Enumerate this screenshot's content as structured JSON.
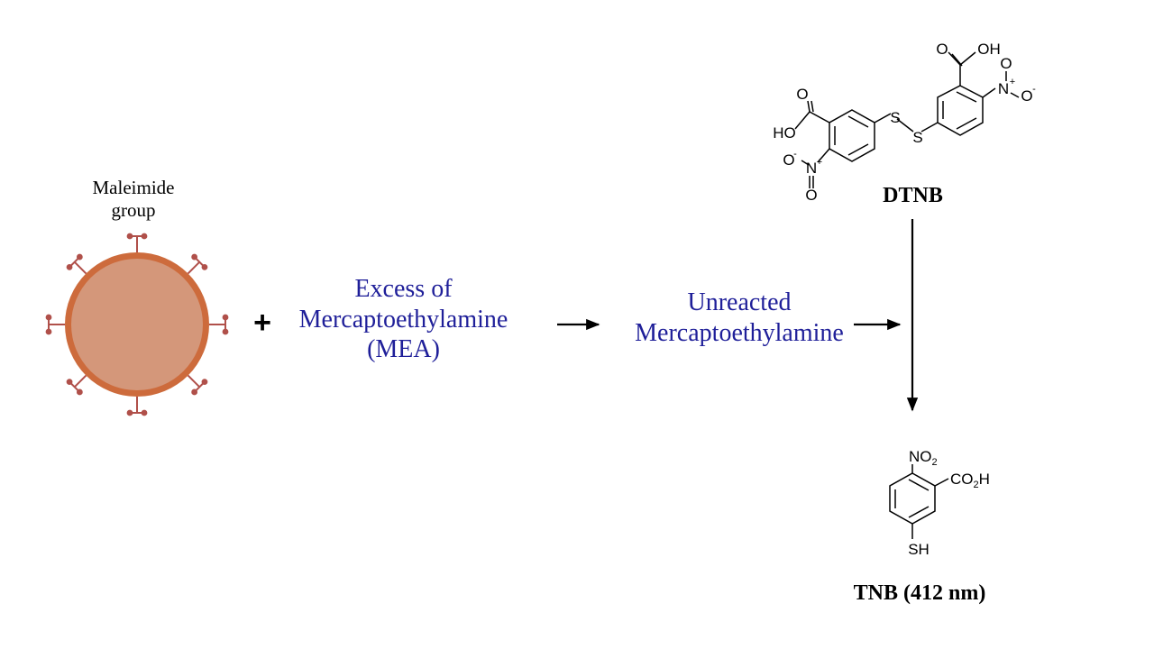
{
  "particle_label": [
    "Maleimide",
    "group"
  ],
  "plus_sign": "+",
  "reagent_label": [
    "Excess of",
    "Mercaptoethylamine",
    "(MEA)"
  ],
  "unreacted_label": [
    "Unreacted",
    "Mercaptoethylamine"
  ],
  "dtnb": {
    "name": "DTNB",
    "atoms": {
      "carboxyl_o": "O",
      "carboxyl_oh": "OH",
      "carboxyl_ho": "HO",
      "sulfur": "S",
      "nitro_n": "N",
      "nitro_o": "O",
      "plus": "+",
      "minus": "-"
    }
  },
  "tnb": {
    "name": "TNB (412 nm)",
    "atoms": {
      "nitro": "NO",
      "nitro_sub": "2",
      "carboxyl": "CO",
      "carboxyl_sub": "2",
      "carboxyl_h": "H",
      "thiol": "SH"
    }
  },
  "colors": {
    "reagent_text": "#1f1f99",
    "particle_core": "#d4977a",
    "particle_shell": "#cd6b3c",
    "maleimide_group": "#b0504a",
    "text": "#000000"
  },
  "icons": [
    "nanoparticle-icon",
    "maleimide-group-icon",
    "arrow-icon"
  ]
}
